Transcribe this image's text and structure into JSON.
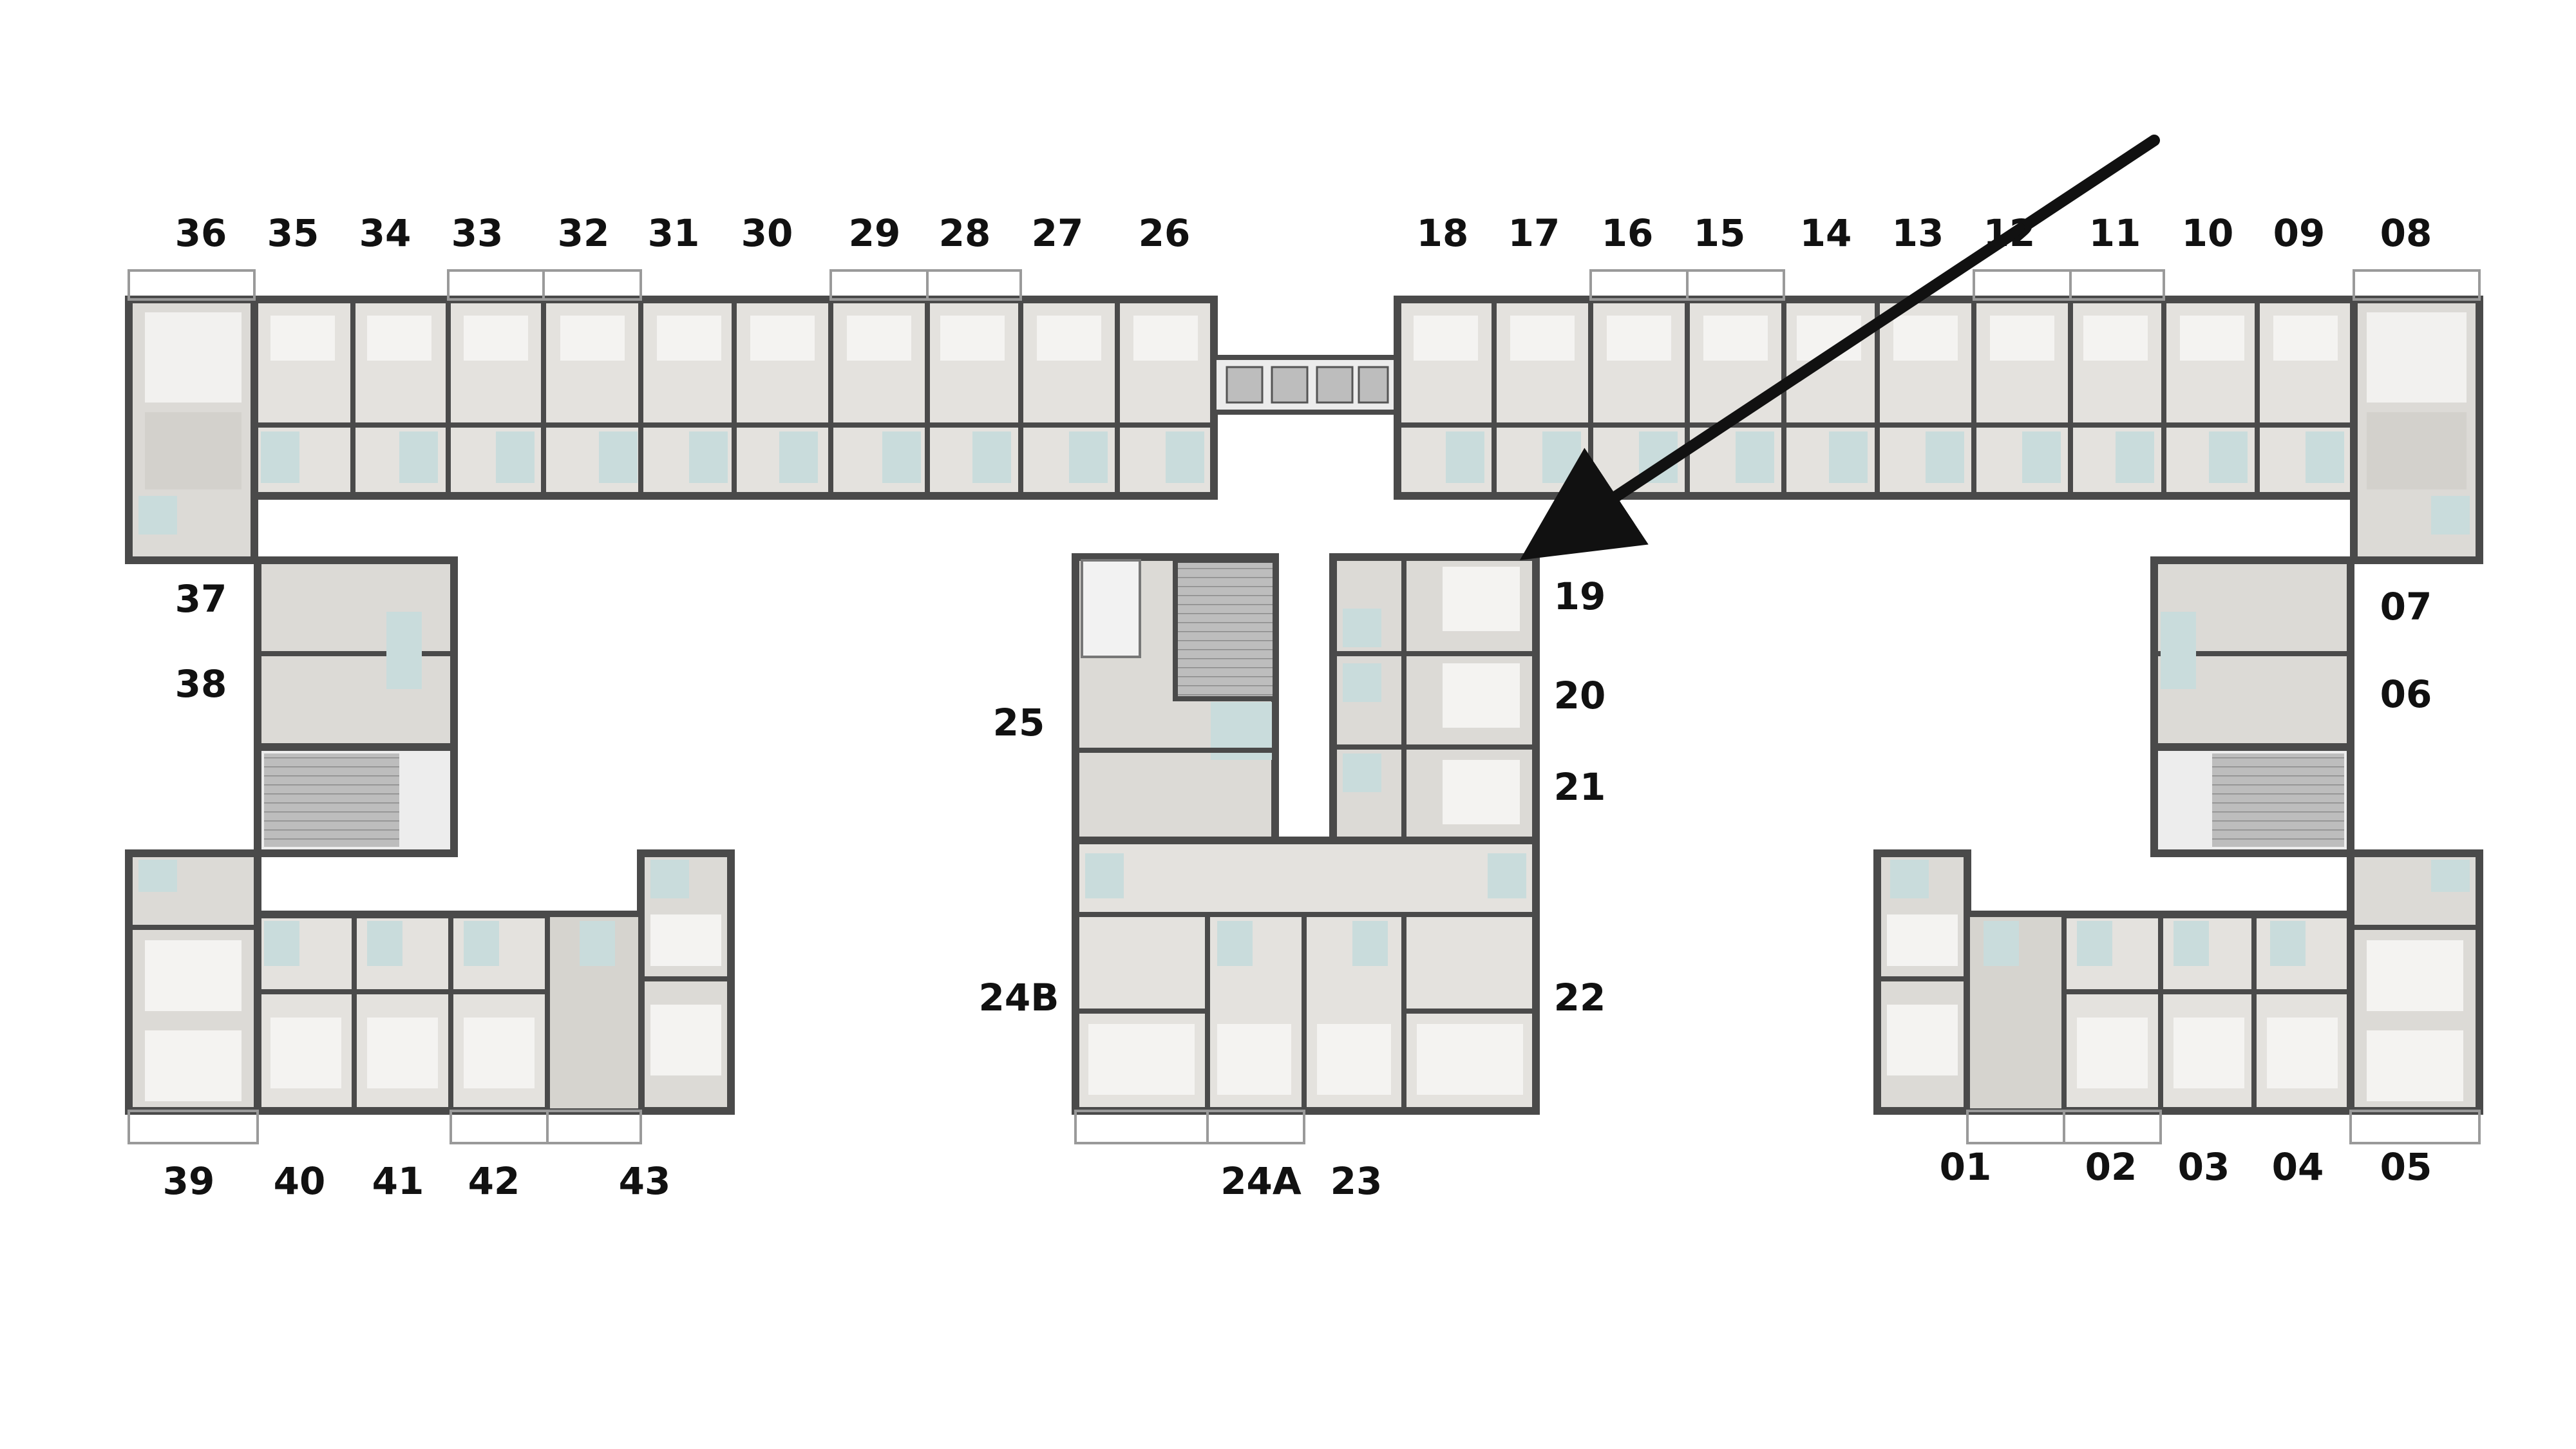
{
  "units": [
    {
      "id": "36",
      "label": "36"
    },
    {
      "id": "35",
      "label": "35"
    },
    {
      "id": "34",
      "label": "34"
    },
    {
      "id": "33",
      "label": "33"
    },
    {
      "id": "32",
      "label": "32"
    },
    {
      "id": "31",
      "label": "31"
    },
    {
      "id": "30",
      "label": "30"
    },
    {
      "id": "29",
      "label": "29"
    },
    {
      "id": "28",
      "label": "28"
    },
    {
      "id": "27",
      "label": "27"
    },
    {
      "id": "26",
      "label": "26"
    },
    {
      "id": "18",
      "label": "18"
    },
    {
      "id": "17",
      "label": "17"
    },
    {
      "id": "16",
      "label": "16"
    },
    {
      "id": "15",
      "label": "15"
    },
    {
      "id": "14",
      "label": "14"
    },
    {
      "id": "13",
      "label": "13"
    },
    {
      "id": "12",
      "label": "12"
    },
    {
      "id": "11",
      "label": "11"
    },
    {
      "id": "10",
      "label": "10"
    },
    {
      "id": "09",
      "label": "09"
    },
    {
      "id": "08",
      "label": "08"
    },
    {
      "id": "37",
      "label": "37"
    },
    {
      "id": "38",
      "label": "38"
    },
    {
      "id": "25",
      "label": "25"
    },
    {
      "id": "24B",
      "label": "24B"
    },
    {
      "id": "24A",
      "label": "24A"
    },
    {
      "id": "23",
      "label": "23"
    },
    {
      "id": "19",
      "label": "19"
    },
    {
      "id": "20",
      "label": "20"
    },
    {
      "id": "21",
      "label": "21"
    },
    {
      "id": "22",
      "label": "22"
    },
    {
      "id": "07",
      "label": "07"
    },
    {
      "id": "06",
      "label": "06"
    },
    {
      "id": "39",
      "label": "39"
    },
    {
      "id": "40",
      "label": "40"
    },
    {
      "id": "41",
      "label": "41"
    },
    {
      "id": "42",
      "label": "42"
    },
    {
      "id": "43",
      "label": "43"
    },
    {
      "id": "01",
      "label": "01"
    },
    {
      "id": "02",
      "label": "02"
    },
    {
      "id": "03",
      "label": "03"
    },
    {
      "id": "04",
      "label": "04"
    },
    {
      "id": "05",
      "label": "05"
    }
  ],
  "colors": {
    "wall": "#4a4a4a",
    "room_fill": "#dcdad6",
    "bath_fill": "#c9dcdc",
    "arrow": "#111111",
    "text": "#111111"
  }
}
